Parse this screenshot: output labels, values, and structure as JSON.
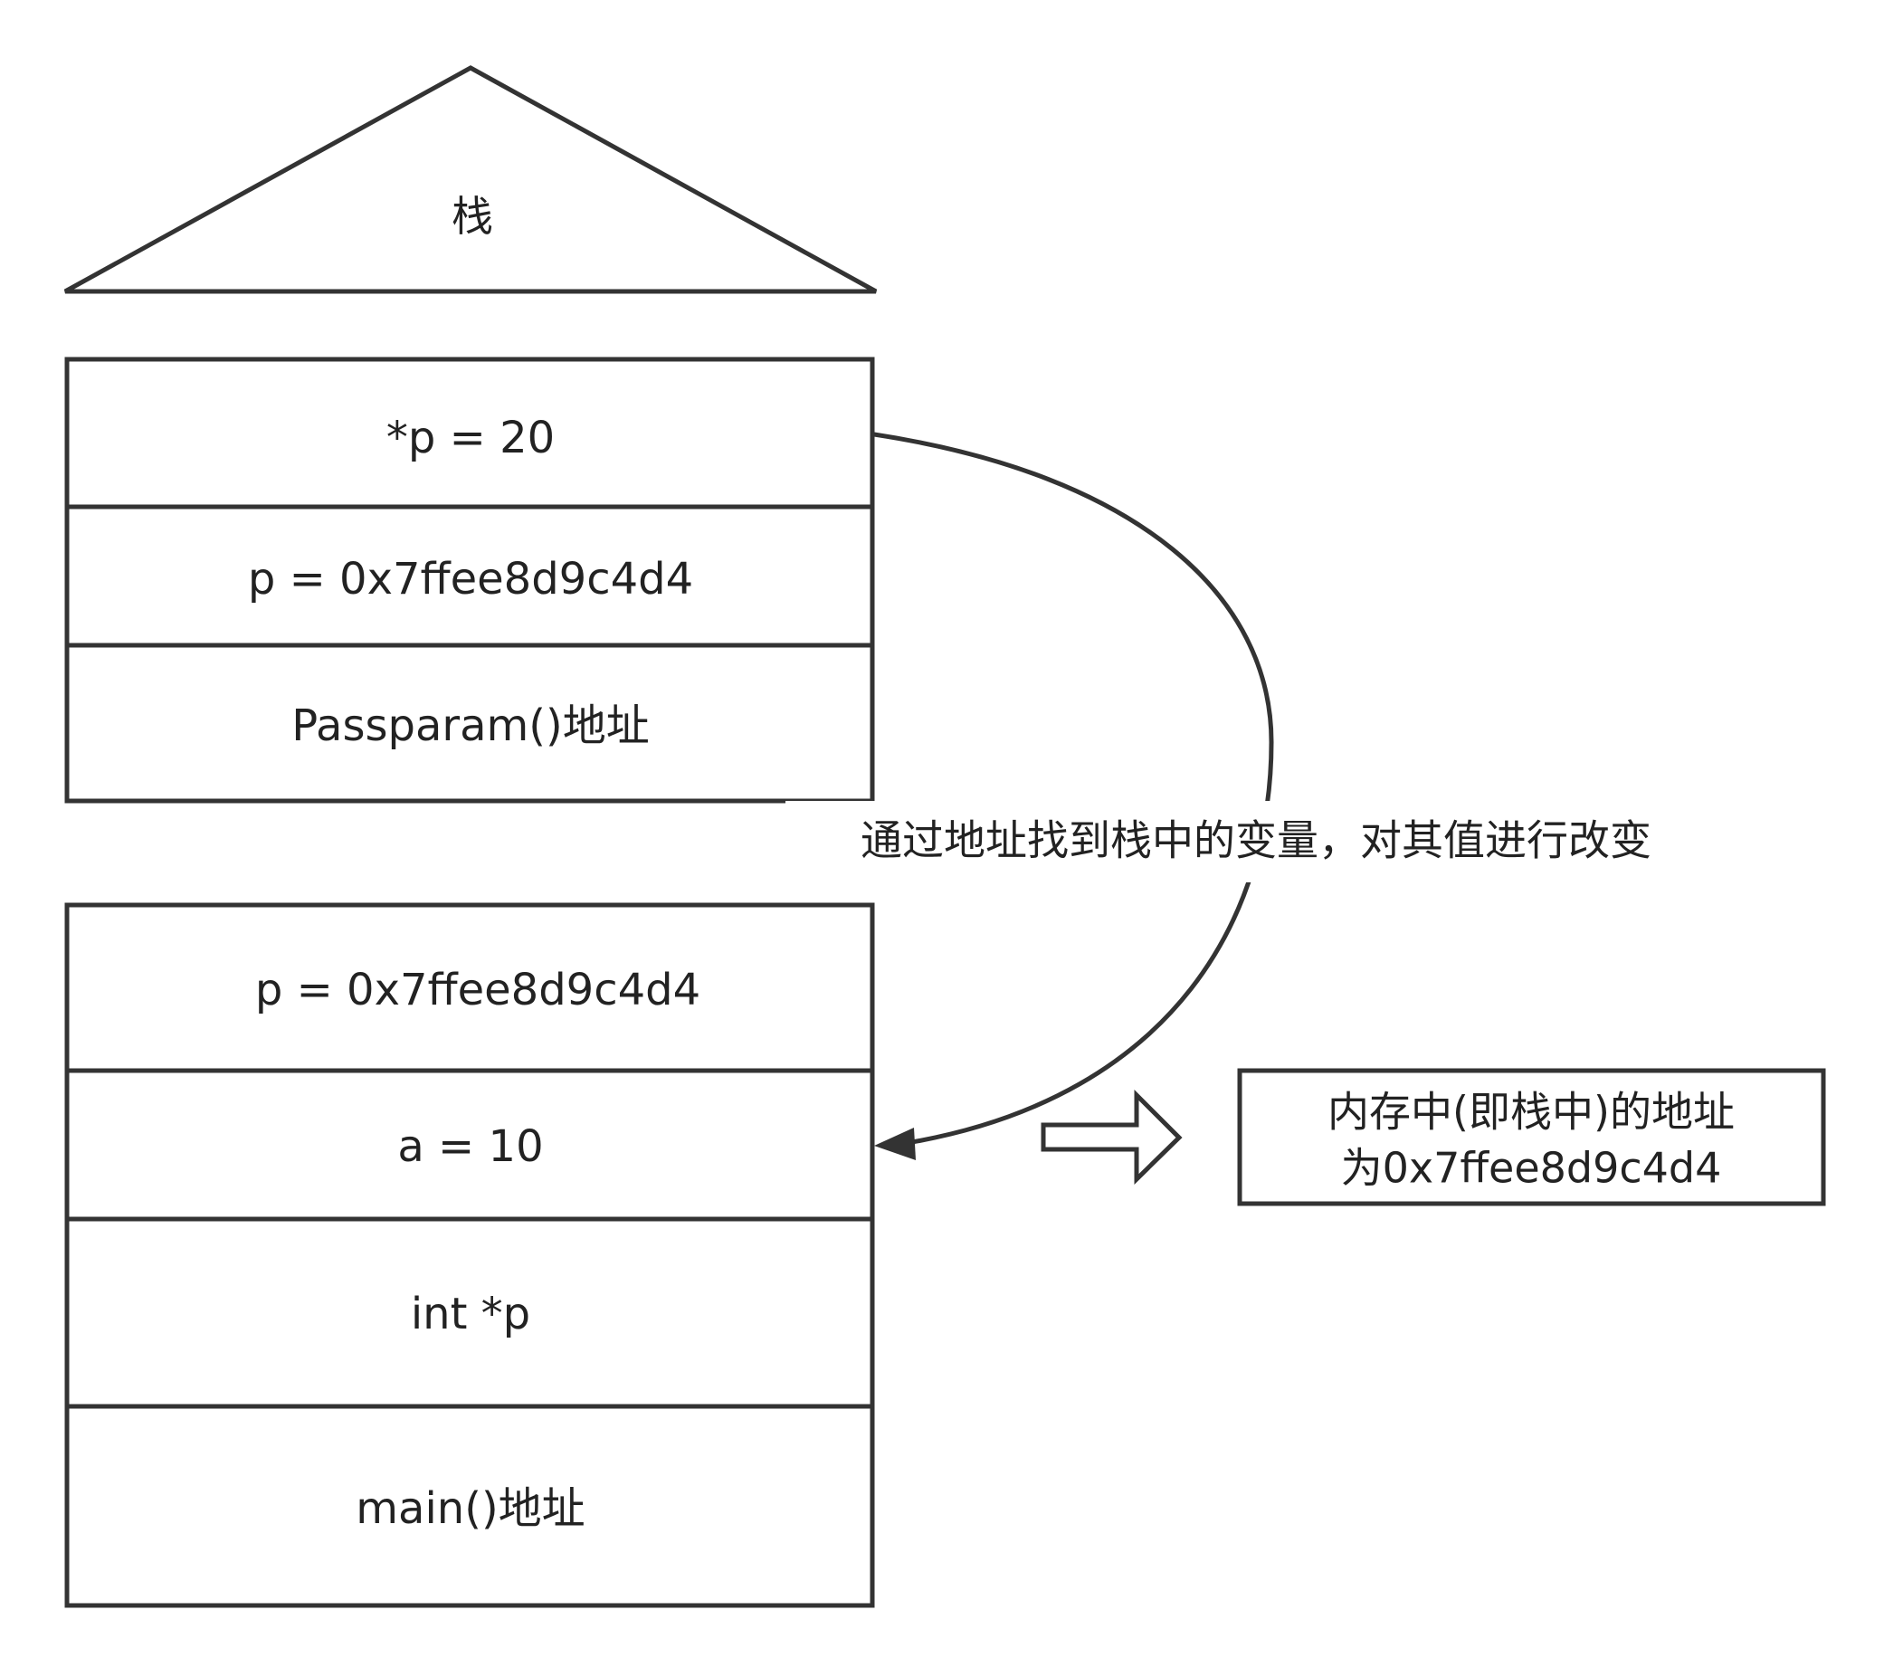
{
  "stack_title": "栈",
  "upper_frame": {
    "cells": [
      "*p = 20",
      "p = 0x7ffee8d9c4d4",
      "Passparam()地址"
    ]
  },
  "lower_frame": {
    "cells": [
      "p = 0x7ffee8d9c4d4",
      "a = 10",
      "int *p",
      "main()地址"
    ]
  },
  "arrow_label": "通过地址找到栈中的变量，对其值进行改变",
  "note": {
    "line1": "内存中(即栈中)的地址",
    "line2": "为0x7ffee8d9c4d4"
  },
  "colors": {
    "stroke": "#333333",
    "text": "#222222",
    "background": "#ffffff"
  }
}
